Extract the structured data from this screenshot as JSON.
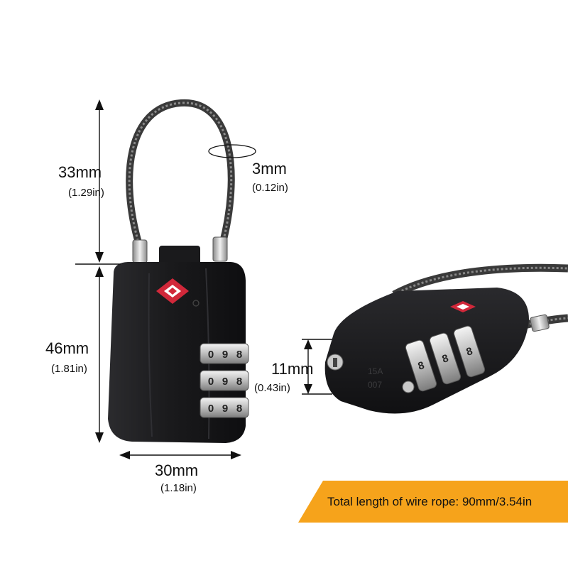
{
  "dimensions": {
    "shackle_height": {
      "mm": "33mm",
      "in": "(1.29in)"
    },
    "cable_diameter": {
      "mm": "3mm",
      "in": "(0.12in)"
    },
    "body_height": {
      "mm": "46mm",
      "in": "(1.81in)"
    },
    "body_width": {
      "mm": "30mm",
      "in": "(1.18in)"
    },
    "body_thickness": {
      "mm": "11mm",
      "in": "(0.43in)"
    }
  },
  "dials": {
    "front": [
      [
        "0",
        "9",
        "8"
      ],
      [
        "0",
        "9",
        "8"
      ],
      [
        "0",
        "9",
        "8"
      ]
    ],
    "side": [
      "8",
      "8",
      "8"
    ]
  },
  "body_engraving": [
    "15A",
    "007"
  ],
  "banner": {
    "text": "Total length of wire rope: 90mm/3.54in",
    "color": "#f6a31b"
  },
  "colors": {
    "lock_body": "#1b1b1d",
    "cable": "#4a4a4a",
    "tsa_logo": "#d1283a"
  },
  "icons": [
    "tsa-diamond-icon",
    "keyhole-icon"
  ]
}
